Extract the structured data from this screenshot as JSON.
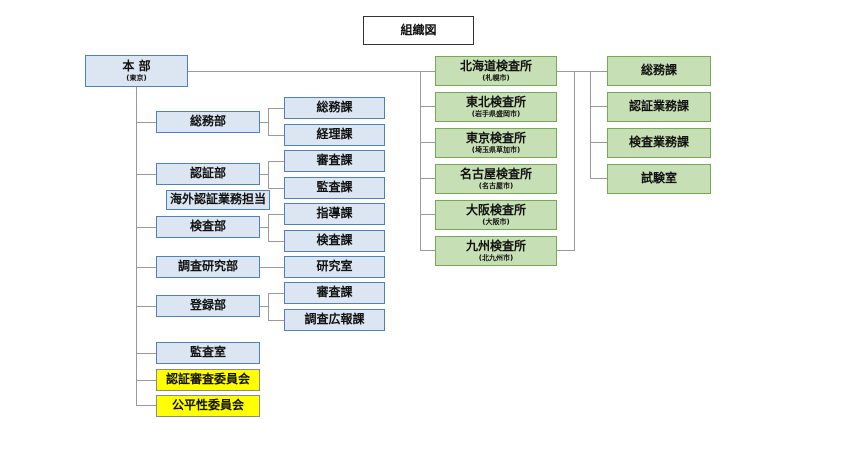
{
  "title": "組織図",
  "headquarters": {
    "name": "本 部",
    "location": "(東京)"
  },
  "departments": {
    "general_affairs": {
      "name": "総務部",
      "sections": [
        "総務課",
        "経理課"
      ]
    },
    "certification": {
      "name": "認証部",
      "sections": [
        "審査課",
        "監査課"
      ],
      "sub_unit": "海外認証業務担当"
    },
    "inspection": {
      "name": "検査部",
      "sections": [
        "指導課",
        "検査課"
      ]
    },
    "research": {
      "name": "調査研究部",
      "sections": [
        "研究室"
      ]
    },
    "registration": {
      "name": "登録部",
      "sections": [
        "審査課",
        "調査広報課"
      ]
    },
    "audit_office": {
      "name": "監査室"
    }
  },
  "committees": [
    "認証審査委員会",
    "公平性委員会"
  ],
  "branches": [
    {
      "name": "北海道検査所",
      "city": "(札幌市)"
    },
    {
      "name": "東北検査所",
      "city": "(岩手県盛岡市)"
    },
    {
      "name": "東京検査所",
      "city": "(埼玉県草加市)"
    },
    {
      "name": "名古屋検査所",
      "city": "(名古屋市)"
    },
    {
      "name": "大阪検査所",
      "city": "(大阪市)"
    },
    {
      "name": "九州検査所",
      "city": "(北九州市)"
    }
  ],
  "branch_sections": [
    "総務課",
    "認証業務課",
    "検査業務課",
    "試験室"
  ]
}
